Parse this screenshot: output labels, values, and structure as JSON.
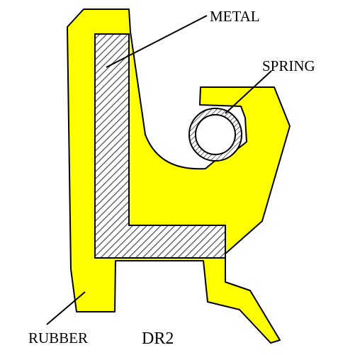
{
  "labels": {
    "metal": "METAL",
    "spring": "SPRING",
    "rubber": "RUBBER",
    "model": "DR2"
  },
  "colors": {
    "rubber_fill": "#FFFF00",
    "metal_hatch": "#555555",
    "outline": "#000000",
    "background": "#FFFFFF"
  }
}
